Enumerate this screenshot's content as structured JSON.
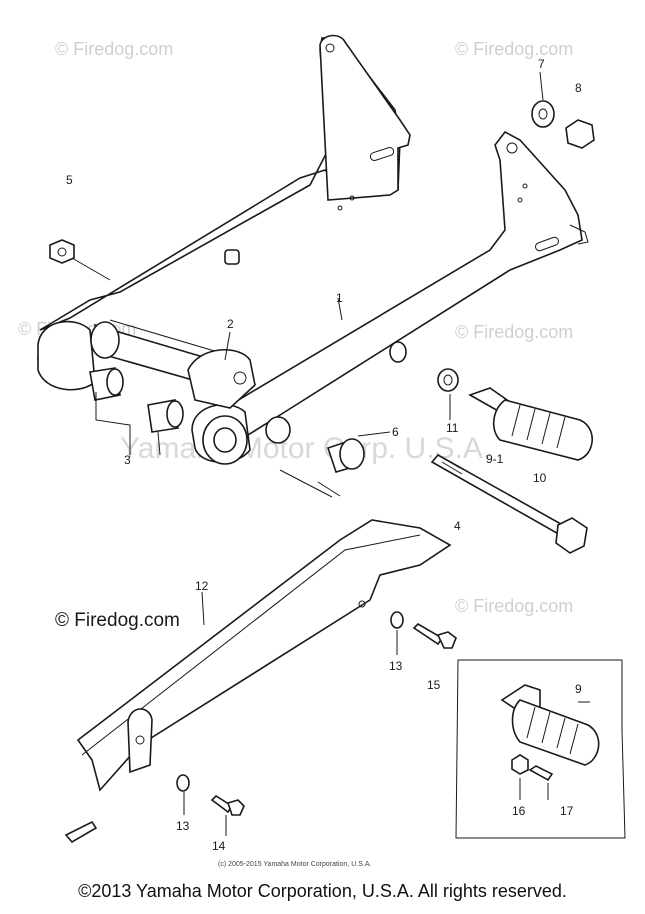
{
  "watermarks": {
    "top_left": "© Firedog.com",
    "top_right": "© Firedog.com",
    "mid_right": "© Firedog.com",
    "mid_left": "© Firedog.com",
    "left_prominent": "© Firedog.com",
    "bottom_right": "© Firedog.com",
    "center": "Yamaha Motor Corp. U.S.A."
  },
  "callouts": [
    {
      "id": "c1",
      "label": "1"
    },
    {
      "id": "c2",
      "label": "2"
    },
    {
      "id": "c3",
      "label": "3"
    },
    {
      "id": "c4",
      "label": "4"
    },
    {
      "id": "c5",
      "label": "5"
    },
    {
      "id": "c6",
      "label": "6"
    },
    {
      "id": "c7",
      "label": "7"
    },
    {
      "id": "c8",
      "label": "8"
    },
    {
      "id": "c9a",
      "label": "9-1"
    },
    {
      "id": "c10",
      "label": "10"
    },
    {
      "id": "c11",
      "label": "11"
    },
    {
      "id": "c12",
      "label": "12"
    },
    {
      "id": "c13a",
      "label": "13"
    },
    {
      "id": "c13b",
      "label": "13"
    },
    {
      "id": "c14",
      "label": "14"
    },
    {
      "id": "c15",
      "label": "15"
    },
    {
      "id": "c9b",
      "label": "9"
    },
    {
      "id": "c16",
      "label": "16"
    },
    {
      "id": "c17",
      "label": "17"
    }
  ],
  "small_copyright": "(c) 2005-2015 Yamaha Motor Corporation, U.S.A.",
  "footer_copyright": "©2013 Yamaha Motor Corporation, U.S.A. All rights reserved."
}
